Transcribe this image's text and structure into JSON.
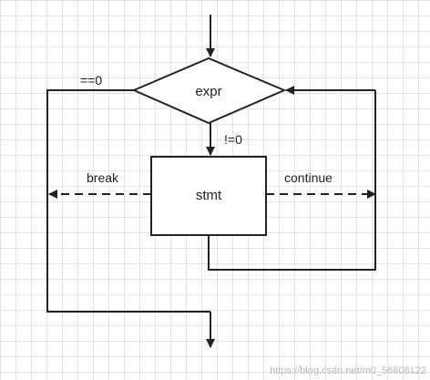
{
  "diagram": {
    "decision_label": "expr",
    "process_label": "stmt",
    "edge_zero": "==0",
    "edge_nonzero": "!=0",
    "edge_break": "break",
    "edge_continue": "continue"
  },
  "watermark": "https://blog.csdn.net/m0_56808122"
}
